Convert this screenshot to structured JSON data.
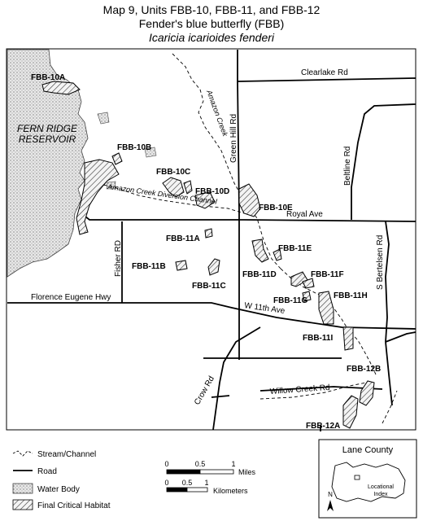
{
  "title": {
    "line1": "Map 9, Units FBB-10, FBB-11, and FBB-12",
    "line2": "Fender's blue butterfly (FBB)",
    "line3": "Icaricia icarioides fenderi"
  },
  "roads": {
    "clearlake": "Clearlake Rd",
    "green_hill": "Green Hill Rd",
    "beltline": "Beltline Rd",
    "royal": "Royal Ave",
    "fisher": "Fisher RD",
    "bertelsen": "S Bertelsen Rd",
    "florence": "Florence Eugene Hwy",
    "w11th": "W 11th Ave",
    "willow": "Willow Creek Rd",
    "crow": "Crow Rd"
  },
  "water": {
    "amazon_creek": "Amazon Creek",
    "diversion": "Amazon Creek Diversion Channel",
    "reservoir_l1": "FERN RIDGE",
    "reservoir_l2": "RESERVOIR"
  },
  "units": {
    "u10a": "FBB-10A",
    "u10b": "FBB-10B",
    "u10c": "FBB-10C",
    "u10d": "FBB-10D",
    "u10e": "FBB-10E",
    "u11a": "FBB-11A",
    "u11b": "FBB-11B",
    "u11c": "FBB-11C",
    "u11d": "FBB-11D",
    "u11e": "FBB-11E",
    "u11f": "FBB-11F",
    "u11g": "FBB-11G",
    "u11h": "FBB-11H",
    "u11i": "FBB-11I",
    "u12a": "FBB-12A",
    "u12b": "FBB-12B"
  },
  "legend": {
    "stream": "Stream/Channel",
    "road": "Road",
    "water": "Water Body",
    "habitat": "Final Critical Habitat"
  },
  "scale": {
    "miles": [
      "0",
      "0.5",
      "1"
    ],
    "miles_label": "Miles",
    "km": [
      "0",
      "0.5",
      "1"
    ],
    "km_label": "Kilometers"
  },
  "inset": {
    "title": "Lane County",
    "label_l1": "Locational",
    "label_l2": "Index",
    "north": "N"
  }
}
